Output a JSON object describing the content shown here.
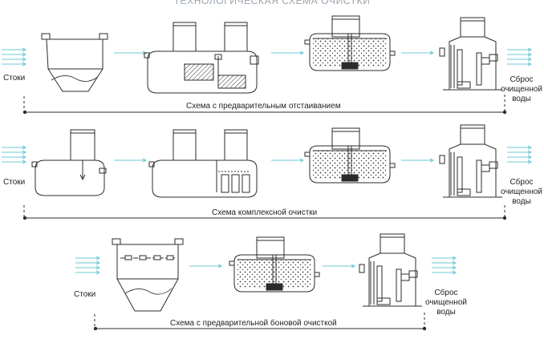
{
  "title": "ТЕХНОЛОГИЧЕСКАЯ СХЕМА ОЧИСТКИ",
  "labels": {
    "stoki": "Стоки",
    "sbros_1": "Сброс",
    "sbros_2": "очищенной",
    "sbros_3": "воды"
  },
  "schemes": [
    {
      "caption": "Схема с предварительным отстаиванием"
    },
    {
      "caption": "Схема комплексной очистки"
    },
    {
      "caption": "Схема с предварительной боновой очисткой"
    }
  ],
  "colors": {
    "line": "#2b2b2b",
    "arrow": "#6ec9d6",
    "title": "#9aa4ae"
  }
}
